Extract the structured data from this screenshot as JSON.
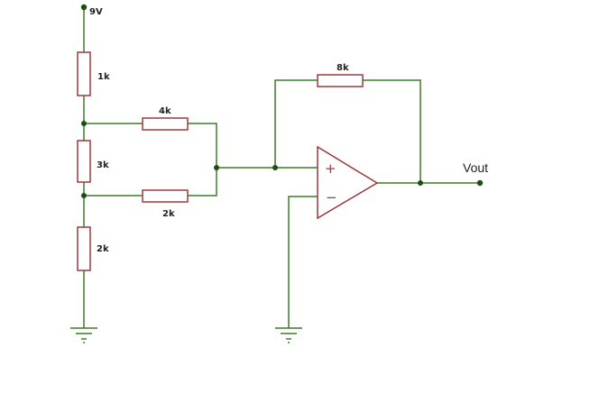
{
  "colors": {
    "wire": "#3f7a2a",
    "component": "#9b3a3a",
    "node": "#1e4d12",
    "text": "#222222"
  },
  "supply": {
    "label": "9V"
  },
  "divider": {
    "r_top": "1k",
    "r_mid": "3k",
    "r_bottom": "2k"
  },
  "inputs": {
    "r_upper": "4k",
    "r_lower": "2k"
  },
  "feedback": {
    "label": "8k"
  },
  "opamp": {
    "plus": "+",
    "minus": "−"
  },
  "output": {
    "label": "Vout"
  }
}
